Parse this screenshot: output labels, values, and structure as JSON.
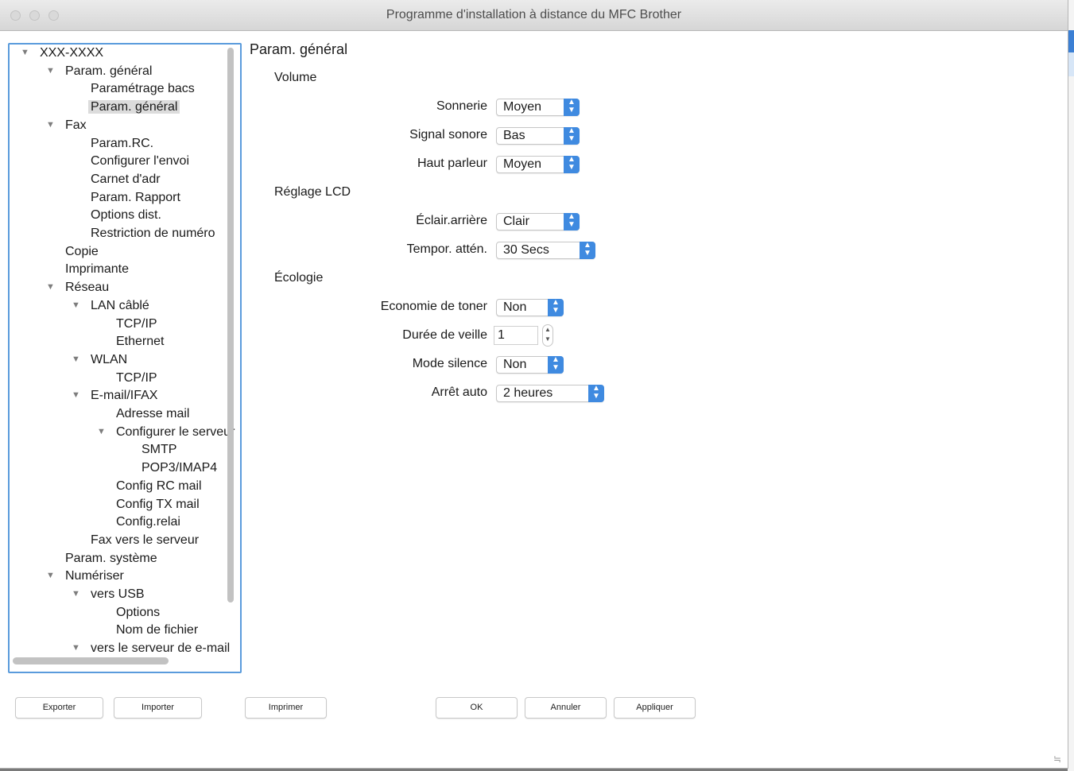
{
  "window": {
    "title": "Programme d'installation à distance du MFC Brother"
  },
  "tree": {
    "items": [
      {
        "label": "XXX-XXXX",
        "depth": 0,
        "expanded": true
      },
      {
        "label": "Param. général",
        "depth": 1,
        "expanded": true
      },
      {
        "label": "Paramétrage bacs",
        "depth": 2
      },
      {
        "label": "Param. général",
        "depth": 2,
        "selected": true
      },
      {
        "label": "Fax",
        "depth": 1,
        "expanded": true
      },
      {
        "label": "Param.RC.",
        "depth": 2
      },
      {
        "label": "Configurer l'envoi",
        "depth": 2
      },
      {
        "label": "Carnet d'adr",
        "depth": 2
      },
      {
        "label": "Param. Rapport",
        "depth": 2
      },
      {
        "label": "Options dist.",
        "depth": 2
      },
      {
        "label": "Restriction de numéro",
        "depth": 2
      },
      {
        "label": "Copie",
        "depth": 1
      },
      {
        "label": "Imprimante",
        "depth": 1
      },
      {
        "label": "Réseau",
        "depth": 1,
        "expanded": true
      },
      {
        "label": "LAN câblé",
        "depth": 2,
        "expanded": true
      },
      {
        "label": "TCP/IP",
        "depth": 3
      },
      {
        "label": "Ethernet",
        "depth": 3
      },
      {
        "label": "WLAN",
        "depth": 2,
        "expanded": true
      },
      {
        "label": "TCP/IP",
        "depth": 3
      },
      {
        "label": "E-mail/IFAX",
        "depth": 2,
        "expanded": true
      },
      {
        "label": "Adresse mail",
        "depth": 3
      },
      {
        "label": "Configurer le serveur",
        "depth": 3,
        "expanded": true
      },
      {
        "label": "SMTP",
        "depth": 4
      },
      {
        "label": "POP3/IMAP4",
        "depth": 4
      },
      {
        "label": "Config RC mail",
        "depth": 3
      },
      {
        "label": "Config TX mail",
        "depth": 3
      },
      {
        "label": "Config.relai",
        "depth": 3
      },
      {
        "label": "Fax vers le serveur",
        "depth": 2
      },
      {
        "label": "Param. système",
        "depth": 1
      },
      {
        "label": "Numériser",
        "depth": 1,
        "expanded": true
      },
      {
        "label": "vers USB",
        "depth": 2,
        "expanded": true
      },
      {
        "label": "Options",
        "depth": 3
      },
      {
        "label": "Nom de fichier",
        "depth": 3
      },
      {
        "label": "vers le serveur de e-mail",
        "depth": 2,
        "expanded": true
      }
    ]
  },
  "panel": {
    "title": "Param. général",
    "volume": {
      "title": "Volume",
      "sonnerie": {
        "label": "Sonnerie",
        "value": "Moyen"
      },
      "signal": {
        "label": "Signal sonore",
        "value": "Bas"
      },
      "haut_parleur": {
        "label": "Haut parleur",
        "value": "Moyen"
      }
    },
    "lcd": {
      "title": "Réglage LCD",
      "eclair": {
        "label": "Éclair.arrière",
        "value": "Clair"
      },
      "tempor": {
        "label": "Tempor. attén.",
        "value": "30 Secs"
      }
    },
    "ecologie": {
      "title": "Écologie",
      "toner": {
        "label": "Economie de toner",
        "value": "Non"
      },
      "veille": {
        "label": "Durée de veille",
        "value": "1"
      },
      "silence": {
        "label": "Mode silence",
        "value": "Non"
      },
      "arret": {
        "label": "Arrêt auto",
        "value": "2 heures"
      }
    }
  },
  "buttons": {
    "exporter": "Exporter",
    "importer": "Importer",
    "imprimer": "Imprimer",
    "ok": "OK",
    "annuler": "Annuler",
    "appliquer": "Appliquer"
  },
  "colors": {
    "accent": "#3f8ae0",
    "focus_ring": "#5a9bdc",
    "selection": "#dcdcdc"
  }
}
